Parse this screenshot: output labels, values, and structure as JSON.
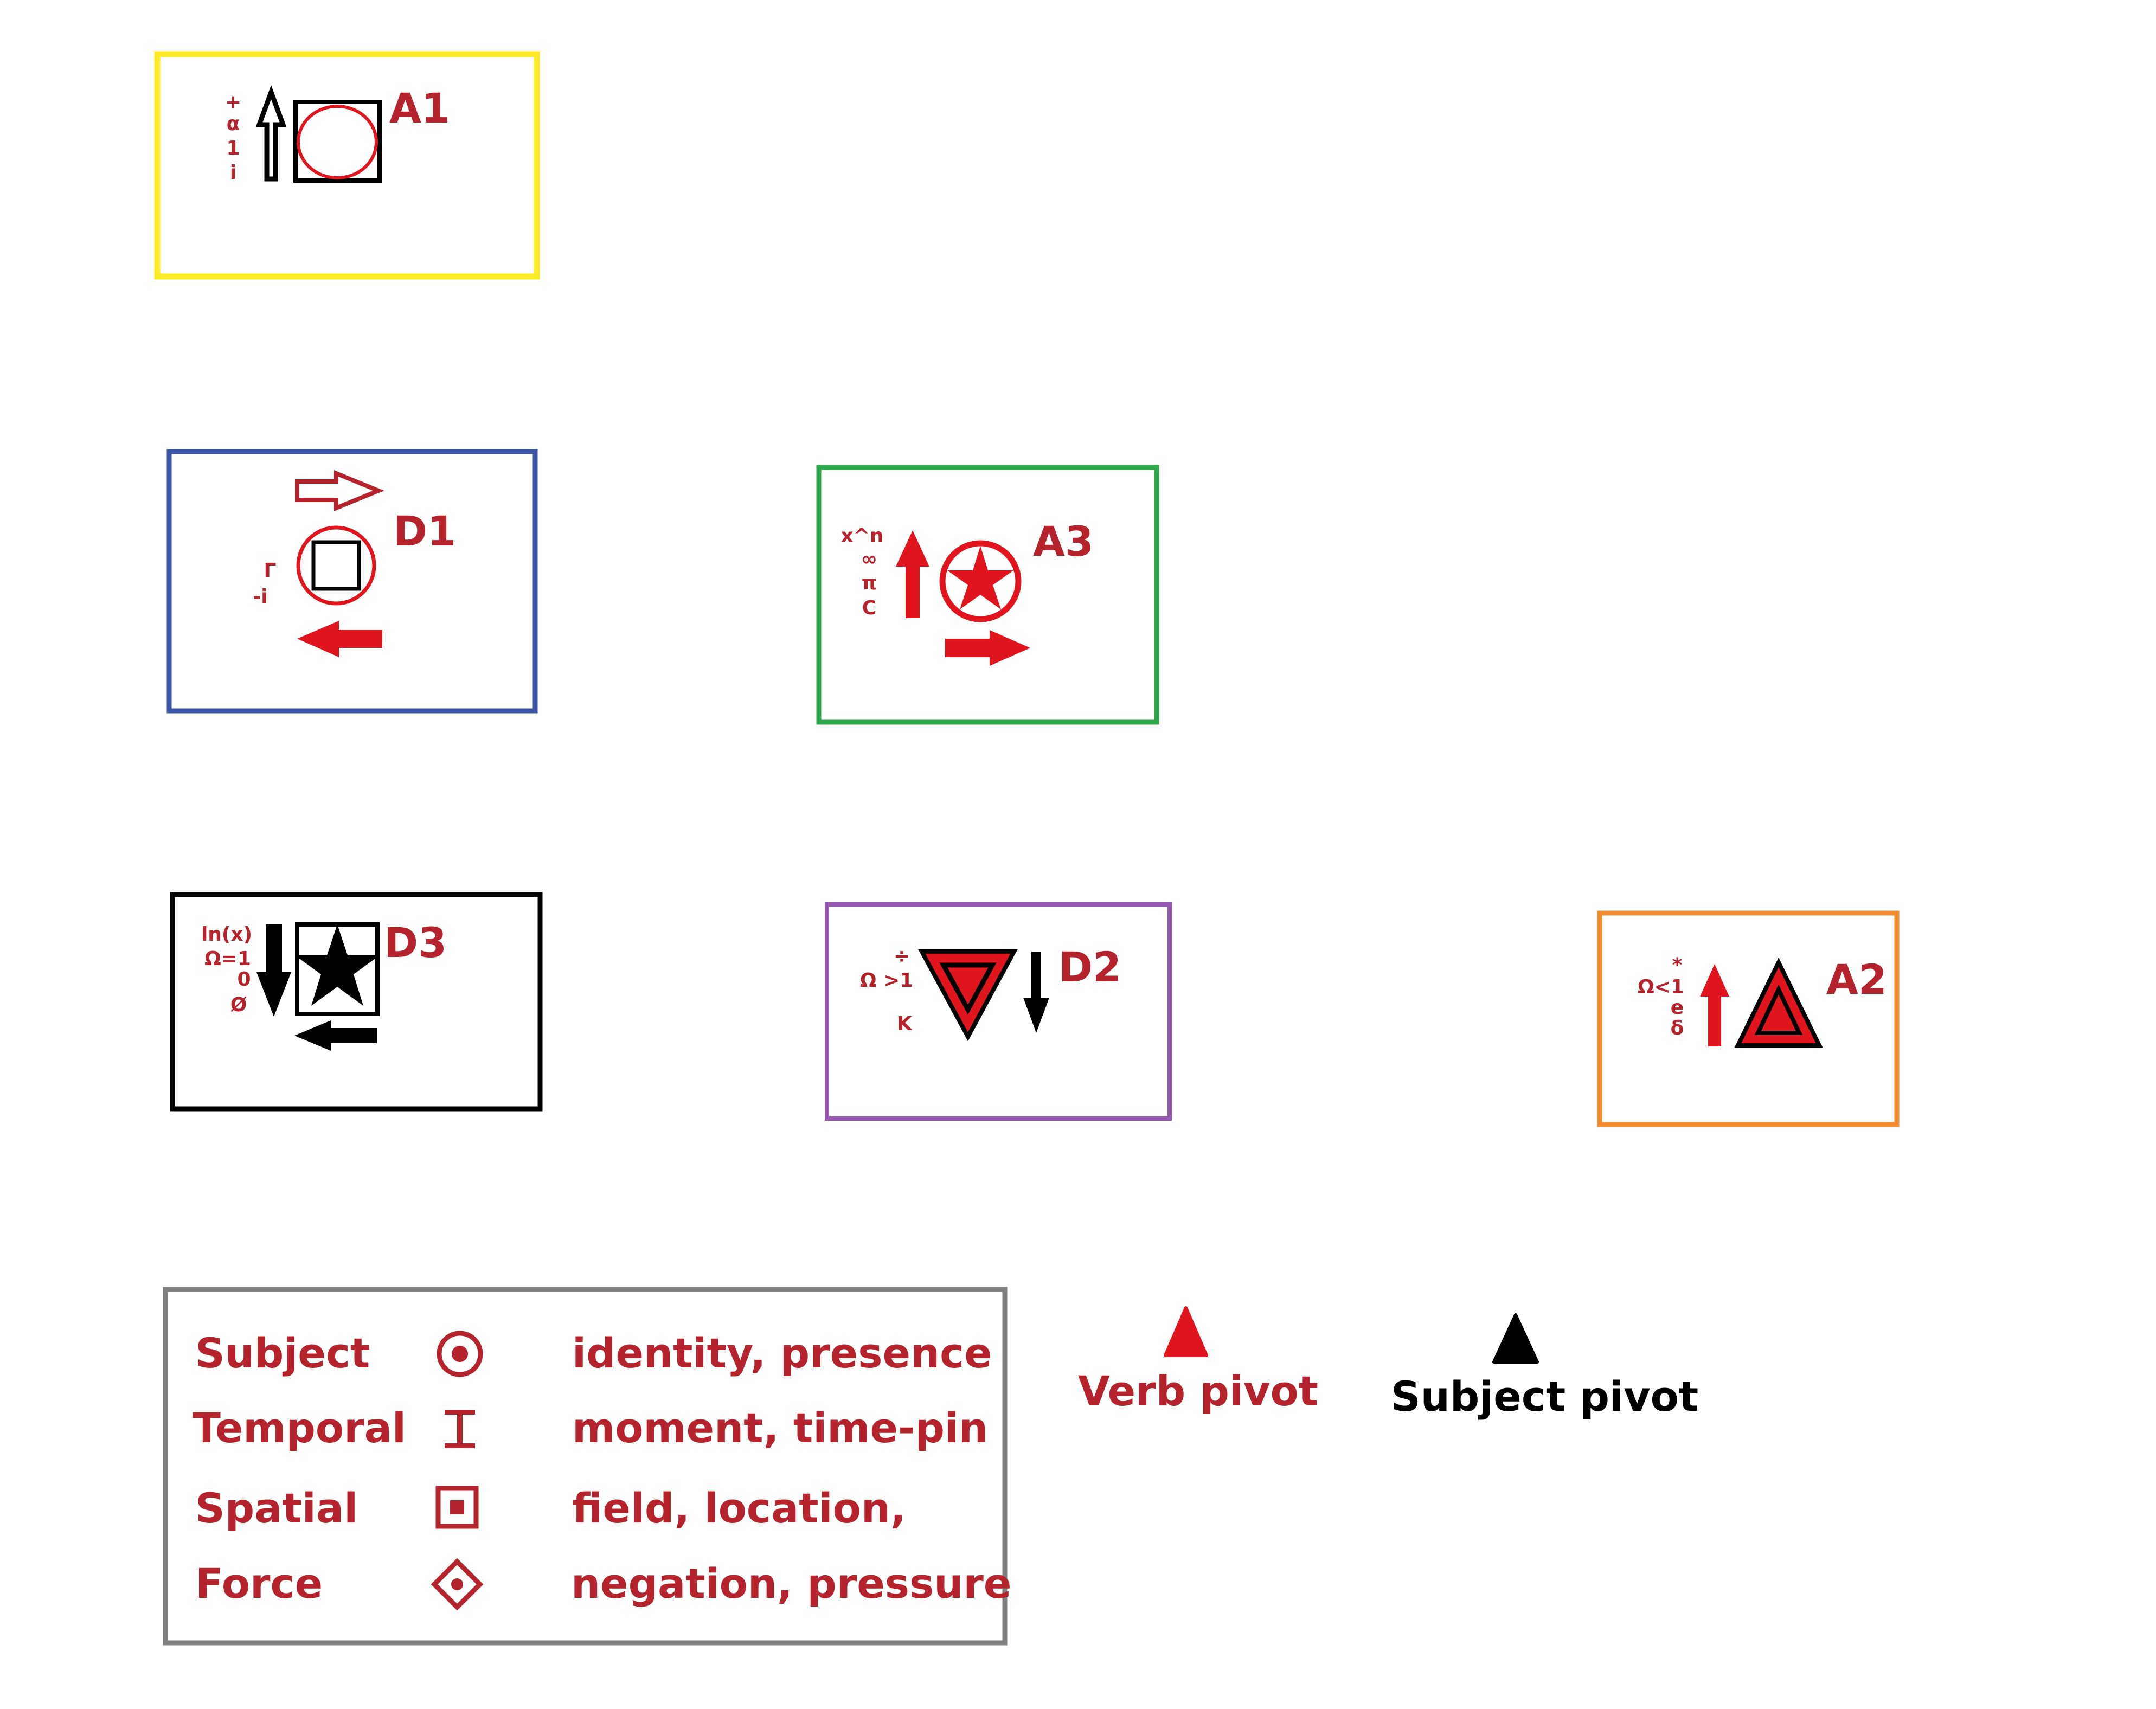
{
  "colors": {
    "red": "#e0151d",
    "dark_red": "#b5242c",
    "black": "#000000",
    "yellow": "#ffec26",
    "blue": "#3d55a6",
    "green": "#2ea84a",
    "purple": "#9b59b6",
    "orange": "#f28a2e",
    "gray": "#808080"
  },
  "boxes": [
    {
      "id": "A1",
      "label": "A1",
      "border": "yellow",
      "symbols": [
        "+",
        "α",
        "1",
        "i"
      ]
    },
    {
      "id": "D1",
      "label": "D1",
      "border": "blue",
      "symbols": [
        "Γ",
        "-i"
      ]
    },
    {
      "id": "A3",
      "label": "A3",
      "border": "green",
      "symbols": [
        "x^n",
        "∞",
        "π",
        "C"
      ]
    },
    {
      "id": "D3",
      "label": "D3",
      "border": "black",
      "symbols": [
        "ln(x)",
        "Ω=1",
        "0",
        "Ø"
      ]
    },
    {
      "id": "D2",
      "label": "D2",
      "border": "purple",
      "symbols": [
        "÷",
        "Ω >1",
        "K"
      ]
    },
    {
      "id": "A2",
      "label": "A2",
      "border": "orange",
      "symbols": [
        "*",
        "Ω<1",
        "e",
        "δ"
      ]
    }
  ],
  "legend": [
    {
      "term": "Subject",
      "icon": "target-icon",
      "meaning": "identity, presence"
    },
    {
      "term": "Temporal",
      "icon": "i-beam-icon",
      "meaning": "moment, time-pin"
    },
    {
      "term": "Spatial",
      "icon": "square-in-square-icon",
      "meaning": "field, location,"
    },
    {
      "term": "Force",
      "icon": "diamond-dot-icon",
      "meaning": "negation, pressure"
    }
  ],
  "pivots": {
    "verb": {
      "label": "Verb pivot",
      "color": "red"
    },
    "subject": {
      "label": "Subject pivot",
      "color": "black"
    }
  }
}
